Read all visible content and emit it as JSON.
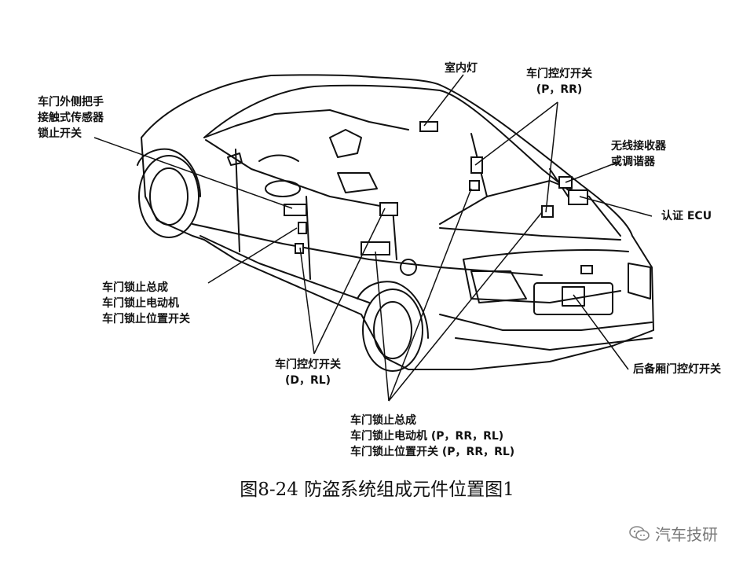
{
  "labels": {
    "dome_light": "室内灯",
    "door_courtesy_switch_right": [
      "车门控灯开关",
      "(P，RR)"
    ],
    "outside_handle_sensor": [
      "车门外侧把手",
      "接触式传感器",
      "锁止开关"
    ],
    "wireless_receiver": [
      "无线接收器",
      "或调谐器"
    ],
    "auth_ecu": "认证 ECU",
    "door_lock_assembly_front": [
      "车门锁止总成",
      "车门锁止电动机",
      "车门锁止位置开关"
    ],
    "luggage_courtesy_switch": "后备厢门控灯开关",
    "door_courtesy_switch_left": [
      "车门控灯开关",
      "(D，RL)"
    ],
    "door_lock_assembly_rear": [
      "车门锁止总成",
      "车门锁止电动机 (P，RR，RL)",
      "车门锁止位置开关 (P，RR，RL)"
    ]
  },
  "caption": "图8-24  防盗系统组成元件位置图1",
  "watermark": "汽车技研"
}
